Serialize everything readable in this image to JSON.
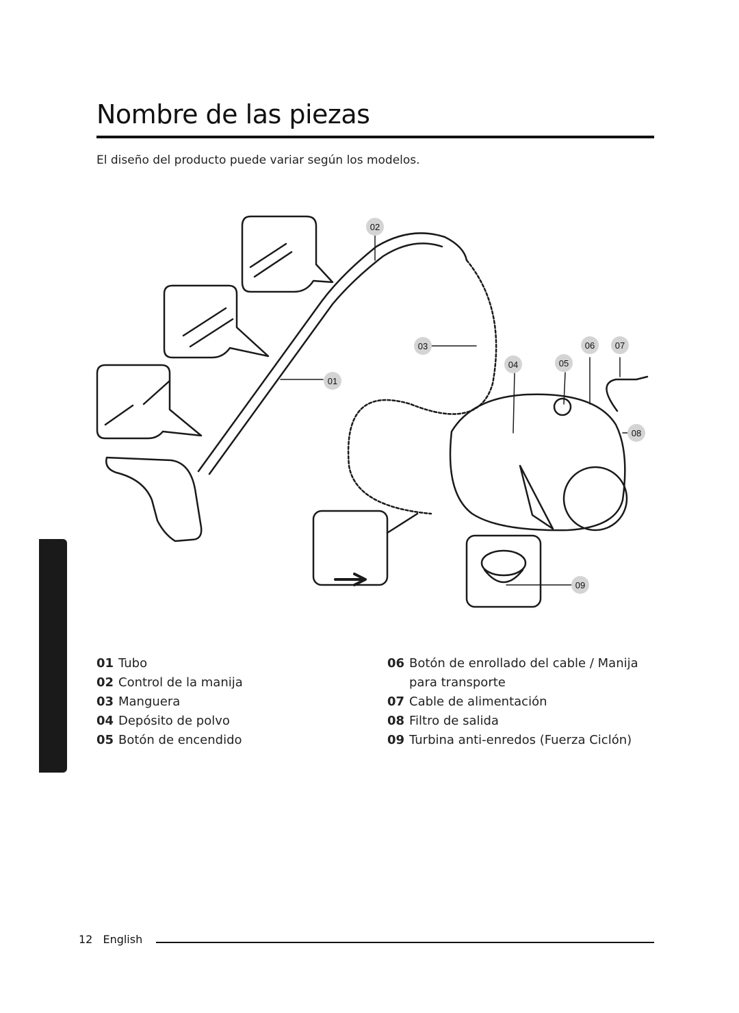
{
  "title": "Nombre de las piezas",
  "subtitle": "El diseño del producto puede variar según los modelos.",
  "callouts": [
    "01",
    "02",
    "03",
    "04",
    "05",
    "06",
    "07",
    "08",
    "09"
  ],
  "parts_left": [
    {
      "num": "01",
      "label": "Tubo"
    },
    {
      "num": "02",
      "label": "Control de la manija"
    },
    {
      "num": "03",
      "label": "Manguera"
    },
    {
      "num": "04",
      "label": "Depósito de polvo"
    },
    {
      "num": "05",
      "label": "Botón de encendido"
    }
  ],
  "parts_right": [
    {
      "num": "06",
      "label": "Botón de enrollado del cable / Manija para transporte"
    },
    {
      "num": "07",
      "label": "Cable de alimentación"
    },
    {
      "num": "08",
      "label": "Filtro de salida"
    },
    {
      "num": "09",
      "label": "Turbina anti-enredos (Fuerza Ciclón)"
    }
  ],
  "footer": {
    "page_number": "12",
    "language": "English"
  }
}
